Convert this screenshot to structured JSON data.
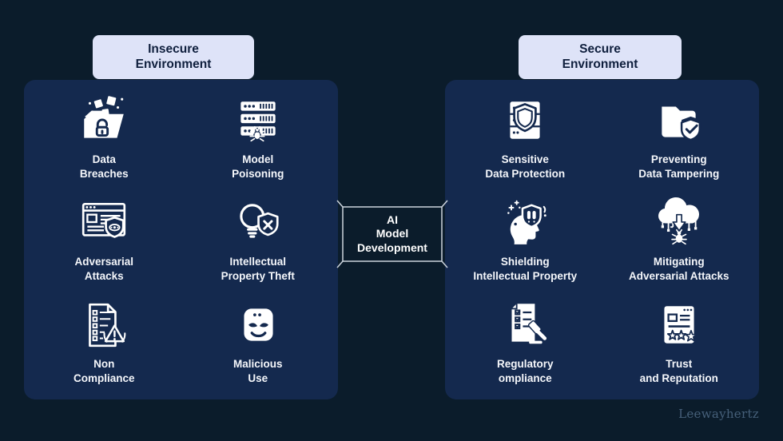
{
  "colors": {
    "background": "#0b1c2b",
    "panel": "#14294e",
    "header_bg": "#dee3f8",
    "header_text": "#0f1f3d",
    "icon": "#ffffff",
    "label_text": "#f5f7fb",
    "center_border": "#ccd4dd",
    "watermark": "#46607a"
  },
  "left_panel": {
    "header": "Insecure\nEnvironment",
    "items": [
      {
        "name": "data-breaches",
        "label": "Data\nBreaches"
      },
      {
        "name": "model-poisoning",
        "label": "Model\nPoisoning"
      },
      {
        "name": "adversarial-attacks",
        "label": "Adversarial\nAttacks"
      },
      {
        "name": "intellectual-property-theft",
        "label": "Intellectual\nProperty Theft"
      },
      {
        "name": "non-compliance",
        "label": "Non\nCompliance"
      },
      {
        "name": "malicious-use",
        "label": "Malicious\nUse"
      }
    ]
  },
  "right_panel": {
    "header": "Secure\nEnvironment",
    "items": [
      {
        "name": "sensitive-data-protection",
        "label": "Sensitive\nData Protection"
      },
      {
        "name": "preventing-data-tampering",
        "label": "Preventing\nData Tampering"
      },
      {
        "name": "shielding-intellectual-property",
        "label": "Shielding\nIntellectual Property"
      },
      {
        "name": "mitigating-adversarial-attacks",
        "label": "Mitigating\nAdversarial Attacks"
      },
      {
        "name": "regulatory-compliance",
        "label": "Regulatory\nompliance"
      },
      {
        "name": "trust-and-reputation",
        "label": "Trust\nand Reputation"
      }
    ]
  },
  "center_box": {
    "label": "AI\nModel\nDevelopment"
  },
  "watermark": "Leewayhertz"
}
